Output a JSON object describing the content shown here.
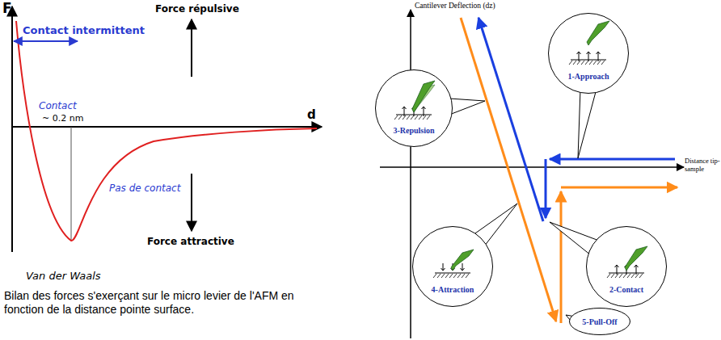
{
  "diagram": {
    "caption": "Bilan des forces s'exerçant sur le micro levier de l'AFM en fonction de la distance pointe surface.",
    "nodes": [
      {
        "text": [
          "1-Approach"
        ]
      },
      {
        "text": [
          "3-Repulsion"
        ]
      },
      {
        "text": [
          "2-Contact"
        ]
      },
      {
        "text": [
          "4-Attraction"
        ]
      },
      {
        "text": [
          "5-Pull-Off"
        ]
      }
    ],
    "labels": [
      "F",
      "Contact intermittent",
      "Force répulsive",
      "d",
      "Contact",
      "~ 0.2 nm",
      "Pas de contact",
      "Force attractive",
      "Van der Waals",
      "Cantilever Deflection (dz)",
      "Distance tip-sample"
    ]
  }
}
